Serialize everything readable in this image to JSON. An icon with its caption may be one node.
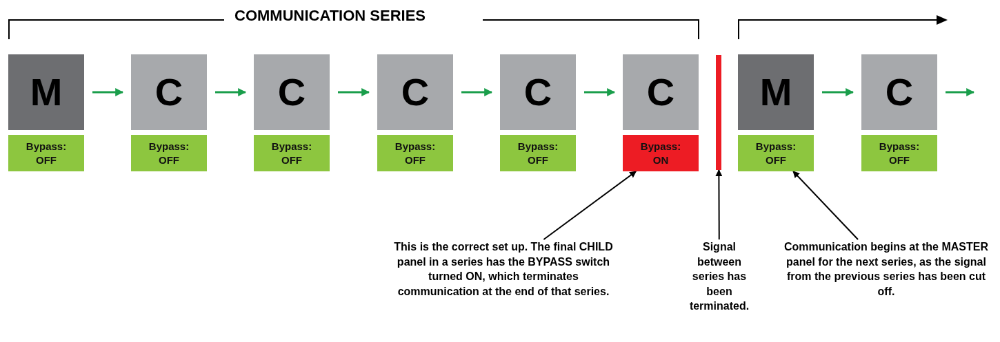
{
  "diagram": {
    "nodes": [
      {
        "text": [
          "M"
        ]
      },
      {
        "text": [
          "Bypass: OFF"
        ]
      },
      {
        "text": [
          "C"
        ]
      },
      {
        "text": [
          "Bypass: OFF"
        ]
      },
      {
        "text": [
          "C"
        ]
      },
      {
        "text": [
          "Bypass: OFF"
        ]
      },
      {
        "text": [
          "C"
        ]
      },
      {
        "text": [
          "Bypass: OFF"
        ]
      },
      {
        "text": [
          "C"
        ]
      },
      {
        "text": [
          "Bypass: OFF"
        ]
      },
      {
        "text": [
          "C"
        ]
      },
      {
        "text": [
          "Bypass: ON"
        ]
      },
      {
        "text": [],
        "shape": "bar"
      },
      {
        "text": [
          "M"
        ]
      },
      {
        "text": [
          "Bypass: OFF"
        ]
      },
      {
        "text": [
          "C"
        ]
      },
      {
        "text": [
          "Bypass: OFF"
        ]
      },
      {
        "text": [
          "This is the correct set up. The final CHILD panel in a series has the BYPASS switch turned ON, which terminates communication at the end of that series."
        ]
      },
      {
        "text": [
          "Signal between series has been terminated."
        ]
      },
      {
        "text": [
          "Communication begins at the MASTER panel for the next series, as the signal from the previous series has been cut off."
        ]
      }
    ],
    "edges": [
      {
        "from": 0,
        "to": 2,
        "arrow": "to"
      },
      {
        "from": 2,
        "to": 4,
        "arrow": "to"
      },
      {
        "from": 4,
        "to": 6,
        "arrow": "to"
      },
      {
        "from": 6,
        "to": 8,
        "arrow": "to"
      },
      {
        "from": 8,
        "to": 10,
        "arrow": "to"
      },
      {
        "from": 13,
        "to": 15,
        "arrow": "to"
      },
      {
        "from": 15,
        "to": null,
        "arrow": "to"
      },
      {
        "from": 17,
        "to": 11,
        "arrow": "to",
        "color": "#000000"
      },
      {
        "from": 18,
        "to": 12,
        "arrow": "to",
        "color": "#000000"
      },
      {
        "from": 19,
        "to": 14,
        "arrow": "to",
        "color": "#000000"
      }
    ],
    "labels": [
      "COMMUNICATION SERIES"
    ]
  }
}
